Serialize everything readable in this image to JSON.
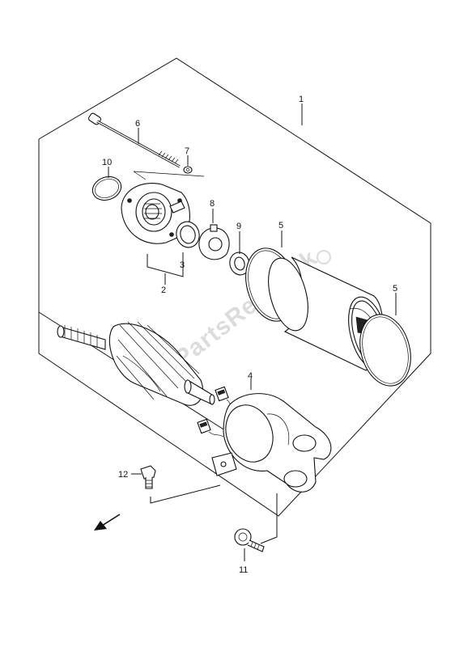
{
  "watermark": "PartsRepublik",
  "callouts": [
    {
      "id": "1",
      "label": "1"
    },
    {
      "id": "2",
      "label": "2"
    },
    {
      "id": "3",
      "label": "3"
    },
    {
      "id": "4",
      "label": "4"
    },
    {
      "id": "5a",
      "label": "5"
    },
    {
      "id": "5b",
      "label": "5"
    },
    {
      "id": "6",
      "label": "6"
    },
    {
      "id": "7",
      "label": "7"
    },
    {
      "id": "8",
      "label": "8"
    },
    {
      "id": "9",
      "label": "9"
    },
    {
      "id": "10",
      "label": "10"
    },
    {
      "id": "11",
      "label": "11"
    },
    {
      "id": "12",
      "label": "12"
    }
  ],
  "icons": {
    "direction": "arrow-down-left-icon"
  }
}
